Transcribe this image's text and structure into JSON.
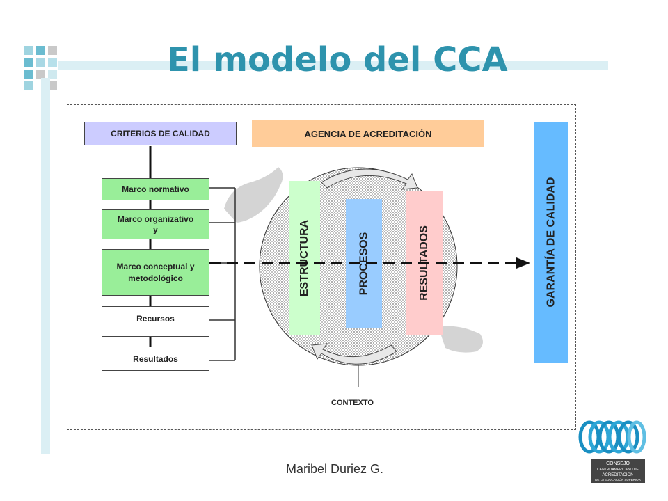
{
  "slide": {
    "title": "El modelo del CCA",
    "footer": "Maribel Duriez G."
  },
  "diagram": {
    "criteria_label": "CRITERIOS DE CALIDAD",
    "agency_label": "AGENCIA DE ACREDITACIÓN",
    "left_items": [
      "Marco normativo",
      "Marco organizativo y",
      "Marco conceptual y metodológico",
      "Recursos",
      "Resultados"
    ],
    "columns": [
      "ESTRUCTURA",
      "PROCESOS",
      "RESULTADOS"
    ],
    "guarantee_label": "GARANTÍA DE CALIDAD",
    "context_label": "CONTEXTO"
  },
  "logo": {
    "lines": [
      "CONSEJO",
      "CENTROAMERICANO DE",
      "ACREDITACIÓN",
      "DE LA EDUCACIÓN SUPERIOR"
    ]
  },
  "colors": {
    "title": "#2e93ad",
    "agency_fill": "#ffcc99",
    "criteria_fill": "#ccccff",
    "estructura_fill": "#ccffcc",
    "procesos_fill": "#99ccff",
    "resultados_fill": "#ffcccc",
    "guarantee_fill": "#66bbff",
    "left_green": "#99ee99"
  }
}
